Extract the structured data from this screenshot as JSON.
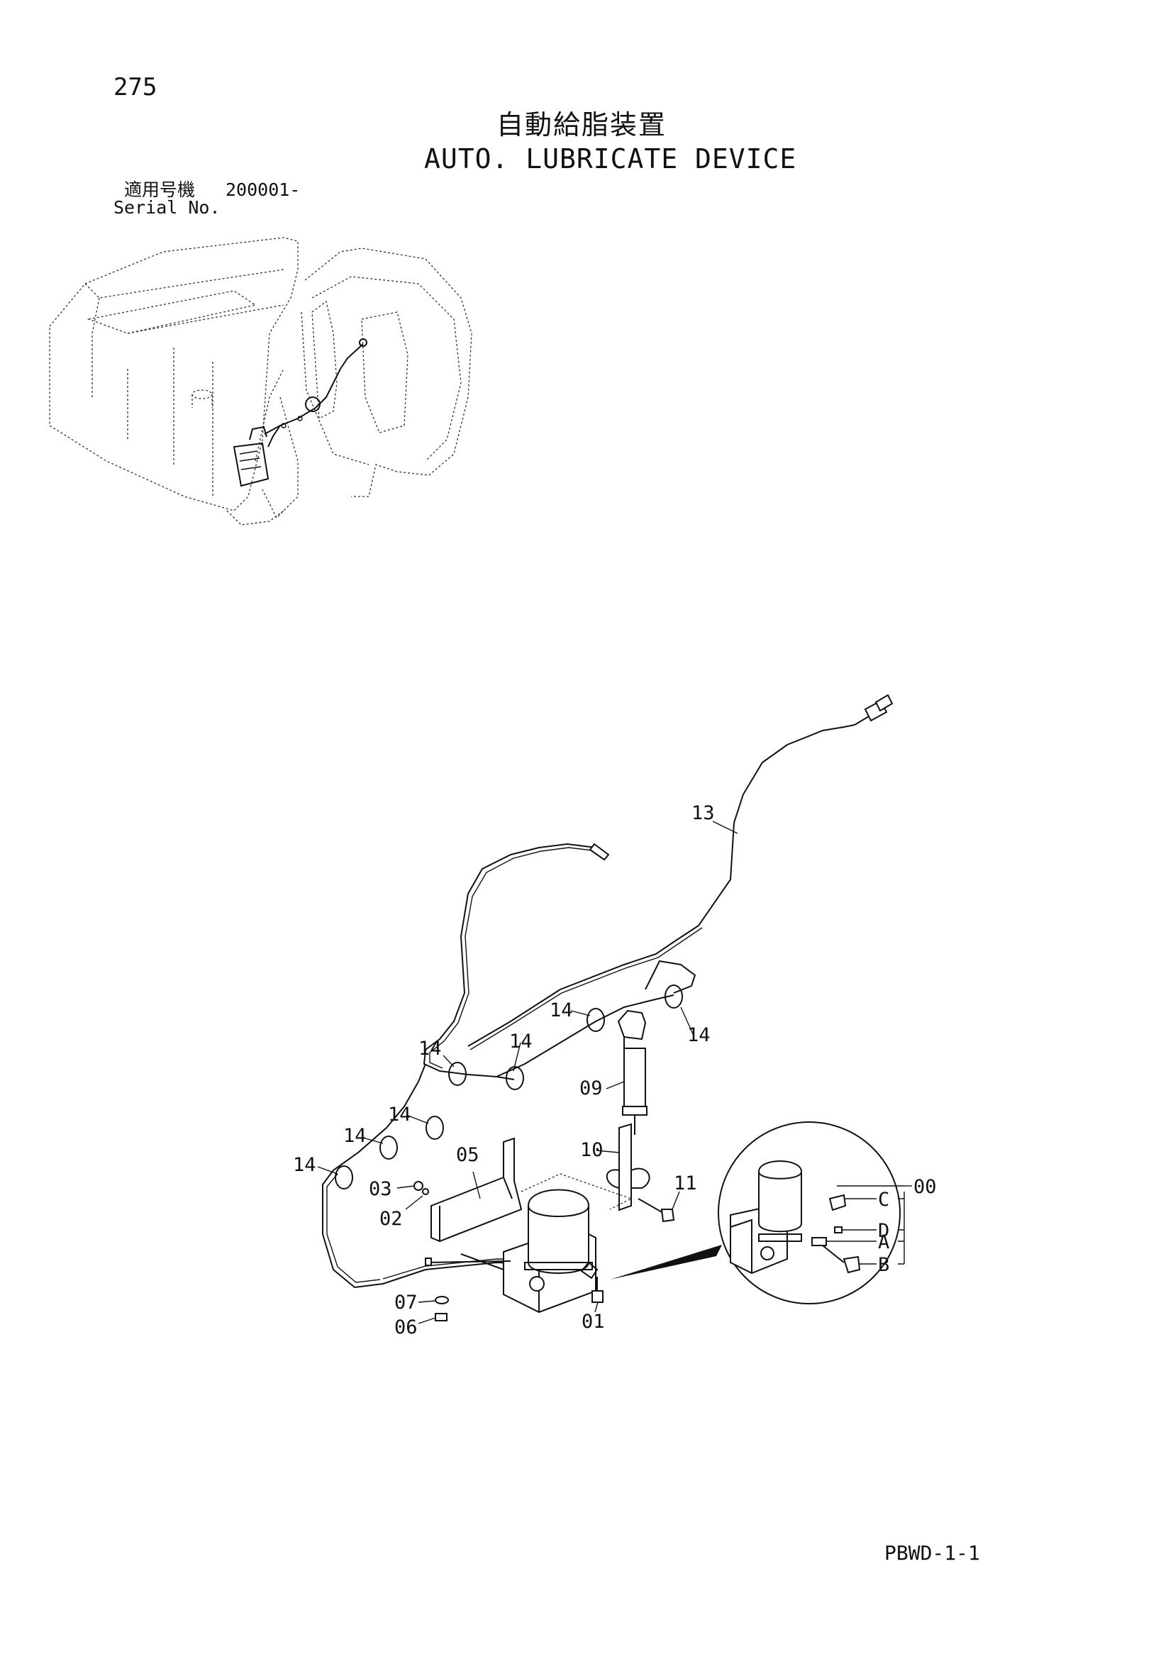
{
  "page_number": "275",
  "title_jp": "自動給脂装置",
  "title_en": "AUTO. LUBRICATE DEVICE",
  "serial_label_jp": "適用号機",
  "serial_label_en": "Serial No.",
  "serial_value": "200001-",
  "page_code": "PBWD-1-1",
  "callouts": {
    "c13": "13",
    "c14_a": "14",
    "c14_b": "14",
    "c14_c": "14",
    "c14_d": "14",
    "c14_e": "14",
    "c14_f": "14",
    "c14_g": "14",
    "c09": "09",
    "c10": "10",
    "c11": "11",
    "c05": "05",
    "c03": "03",
    "c02": "02",
    "c07": "07",
    "c06": "06",
    "c01": "01",
    "c00": "00",
    "cC": "C",
    "cD": "D",
    "cA": "A",
    "cB": "B"
  }
}
